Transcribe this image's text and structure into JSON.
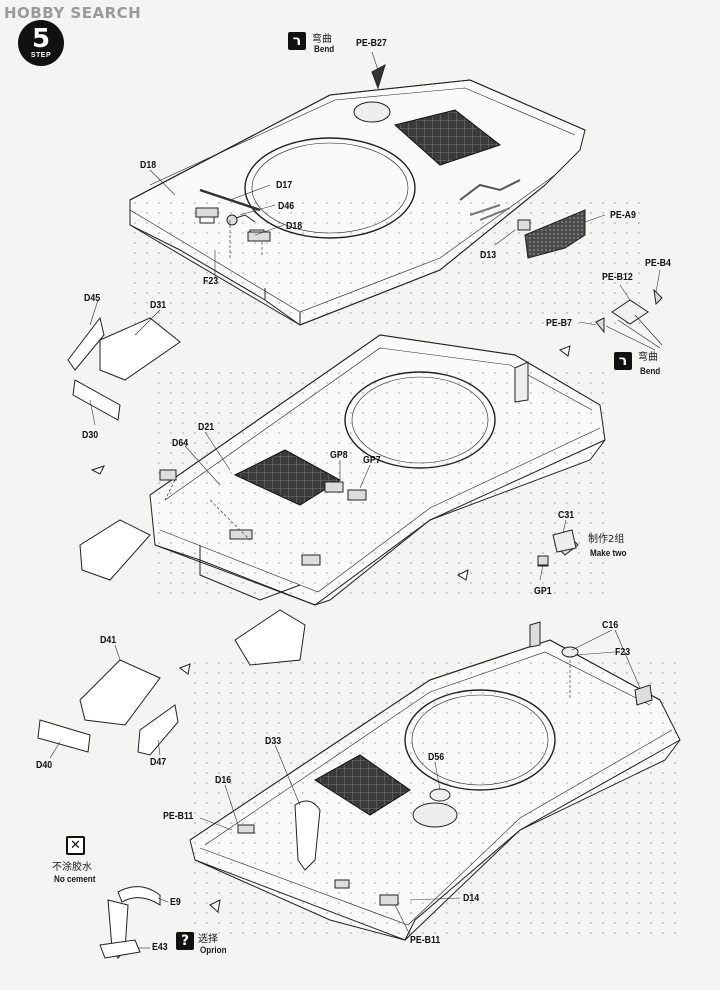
{
  "watermark": "HOBBY SEARCH",
  "step": {
    "number": "5",
    "word": "STEP"
  },
  "notes": {
    "bend_cn": "弯曲",
    "bend_en": "Bend",
    "make_two_cn": "制作2组",
    "make_two_en": "Make two",
    "no_cement_cn": "不涂胶水",
    "no_cement_en": "No cement",
    "option_cn": "选择",
    "option_en": "Oprion"
  },
  "icons": {
    "bend": "bend-icon",
    "no_cement": "cross-box-icon",
    "option": "question-box-icon"
  },
  "labels": {
    "pe_b27": "PE-B27",
    "d18_a": "D18",
    "d17": "D17",
    "d46": "D46",
    "d18_b": "D18",
    "f23_a": "F23",
    "pe_a9": "PE-A9",
    "d13": "D13",
    "pe_b4": "PE-B4",
    "pe_b12": "PE-B12",
    "pe_b7": "PE-B7",
    "d45": "D45",
    "d31": "D31",
    "d30": "D30",
    "d21": "D21",
    "d64": "D64",
    "gp8": "GP8",
    "gp7": "GP7",
    "c31": "C31",
    "gp1": "GP1",
    "d41": "D41",
    "d40": "D40",
    "d47": "D47",
    "c16": "C16",
    "f23_b": "F23",
    "d33": "D33",
    "d56": "D56",
    "d16": "D16",
    "pe_b11_a": "PE-B11",
    "d14": "D14",
    "pe_b11_b": "PE-B11",
    "e9": "E9",
    "e43": "E43"
  }
}
